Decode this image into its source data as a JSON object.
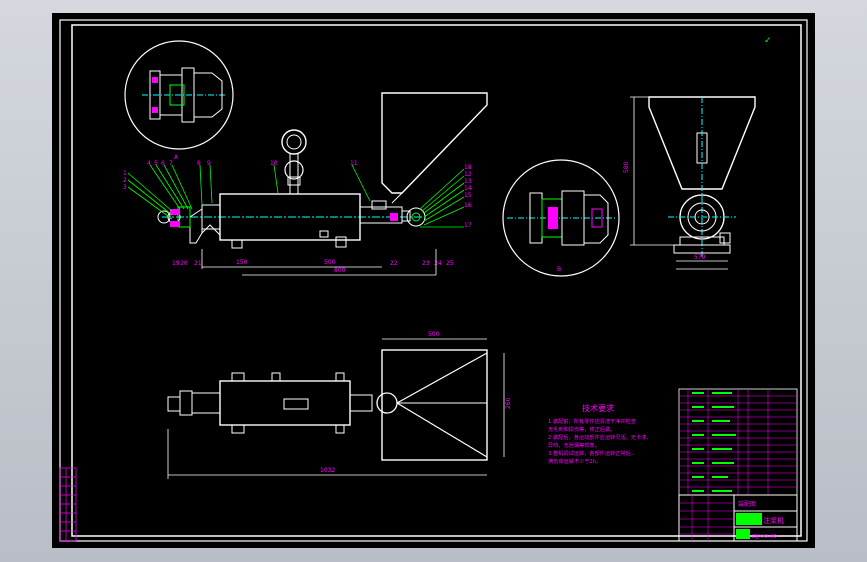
{
  "drawing": {
    "check_mark": "✓",
    "labels": {
      "n1": "1",
      "n2": "2",
      "n3": "3",
      "n4": "4",
      "n5": "5",
      "n6": "6",
      "n7": "7",
      "n8": "8",
      "n9": "9",
      "n10": "10",
      "n11": "11",
      "n12": "12",
      "n13": "13",
      "n14": "14",
      "n15": "15",
      "n16": "16",
      "n17": "17",
      "n18": "18",
      "n19": "19",
      "n20": "20",
      "n21": "21",
      "n22": "22",
      "n23": "23",
      "n24": "24",
      "n25": "25"
    },
    "dims": {
      "d_top_overall": "500",
      "d_mid": "150",
      "d_span": "800",
      "d_len": "1032",
      "d_side_h": "580",
      "d_side_w": "570",
      "d_plan_h": "260"
    },
    "tech_req": {
      "title": "技术要求",
      "lines": [
        "1.装配前，所有零件应清洗干净并检查",
        "  无毛刺和损伤等，修正后装。",
        "2.装配后，各运动部件应运转灵活，无卡滞、",
        "  异响，无泄漏等现象。",
        "3.整机调试运转，各部件运转正常后，",
        "  满负荷运转不少于2h。"
      ]
    },
    "title_block": {
      "name": "注浆机",
      "drawing_no": "ZJJ-00-00",
      "sheet_label": "装配图"
    },
    "colors": {
      "background": "#000000",
      "outline": "#ffffff",
      "dimension": "#ff00ff",
      "leader": "#00ff00",
      "accent": "#00ffff",
      "highlight": "#ffff00"
    }
  }
}
